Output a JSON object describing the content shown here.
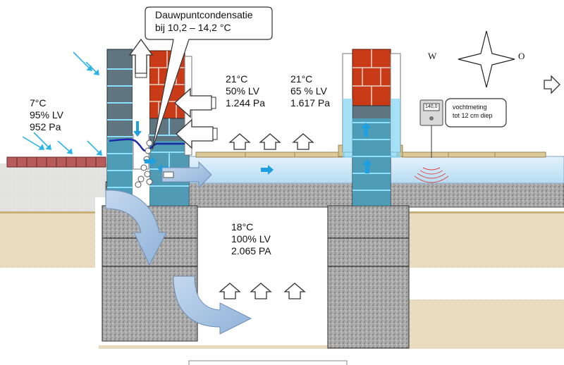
{
  "outdoor": {
    "temperature": "7°C",
    "humidity": "95% LV",
    "pressure": "952 Pa"
  },
  "room_left": {
    "temperature": "21°C",
    "humidity": "50% LV",
    "pressure": "1.244 Pa"
  },
  "room_right": {
    "temperature": "21°C",
    "humidity": "65 % LV",
    "pressure": "1.617 Pa"
  },
  "crawlspace": {
    "temperature": "18°C",
    "humidity": "100% LV",
    "pressure": "2.065 PA"
  },
  "callout": {
    "dewpoint_line1": "Dauwpuntcondensatie",
    "dewpoint_line2": "bij 10,2 – 14,2 °C"
  },
  "meter": {
    "label_line1": "vochtmeting",
    "label_line2": "tot 12 cm diep",
    "display_value": "140,0"
  },
  "compass": {
    "west": "W",
    "east": "O"
  },
  "colors": {
    "brick": "#c93a16",
    "block": "#5f7680",
    "wet_zone": "#4aa9c9",
    "flow_arrow": "#8fb2d9",
    "rain": "#2ab4e8",
    "dew_line": "#1a2aa8"
  }
}
